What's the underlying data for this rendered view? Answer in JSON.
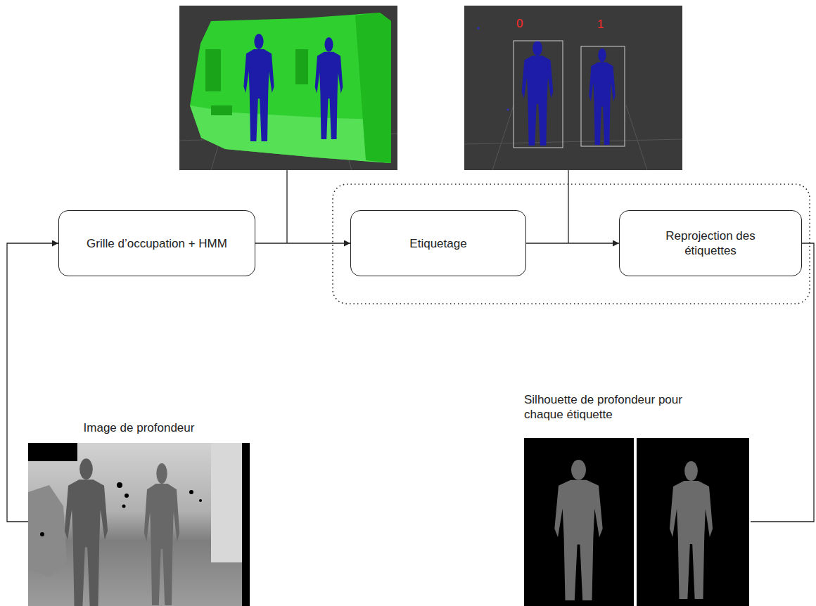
{
  "diagram": {
    "nodes": [
      {
        "text": [
          "Grille d’occupation + HMM"
        ]
      },
      {
        "text": [
          "Etiquetage"
        ]
      },
      {
        "text": [
          "Reprojection des étiquettes"
        ]
      },
      {
        "text": [
          "Image de profondeur"
        ]
      },
      {
        "text": [
          "Silhouette de profondeur pour chaque étiquette"
        ]
      }
    ],
    "edges": [
      {
        "from": 3,
        "to": 0,
        "arrow": "to"
      },
      {
        "from": 0,
        "to": 1,
        "arrow": "to"
      },
      {
        "from": 1,
        "to": 2,
        "arrow": "to"
      },
      {
        "from": 2,
        "to": 4,
        "arrow": "none"
      }
    ],
    "labels": [
      "0",
      "1"
    ]
  }
}
